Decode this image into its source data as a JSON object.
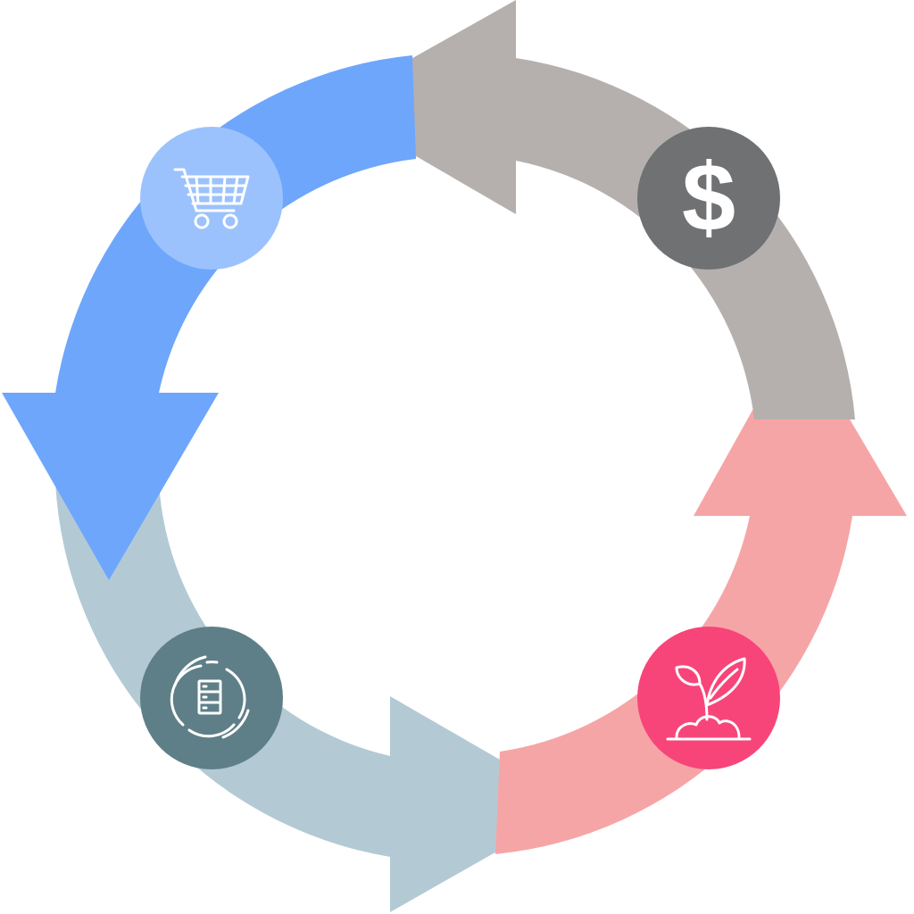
{
  "diagram": {
    "type": "cycle",
    "segments": [
      {
        "id": "purchase",
        "icon": "shopping-cart-icon",
        "arrow_color": "#6ea6fb",
        "badge_color": "#9bc2fc"
      },
      {
        "id": "finance",
        "icon": "dollar-icon",
        "arrow_color": "#b5b0ae",
        "badge_color": "#707173"
      },
      {
        "id": "growth",
        "icon": "sprout-icon",
        "arrow_color": "#f6a5a6",
        "badge_color": "#f7457a"
      },
      {
        "id": "data",
        "icon": "database-cycle-icon",
        "arrow_color": "#b3cad5",
        "badge_color": "#5f7f88"
      }
    ],
    "dollar_symbol": "$"
  }
}
